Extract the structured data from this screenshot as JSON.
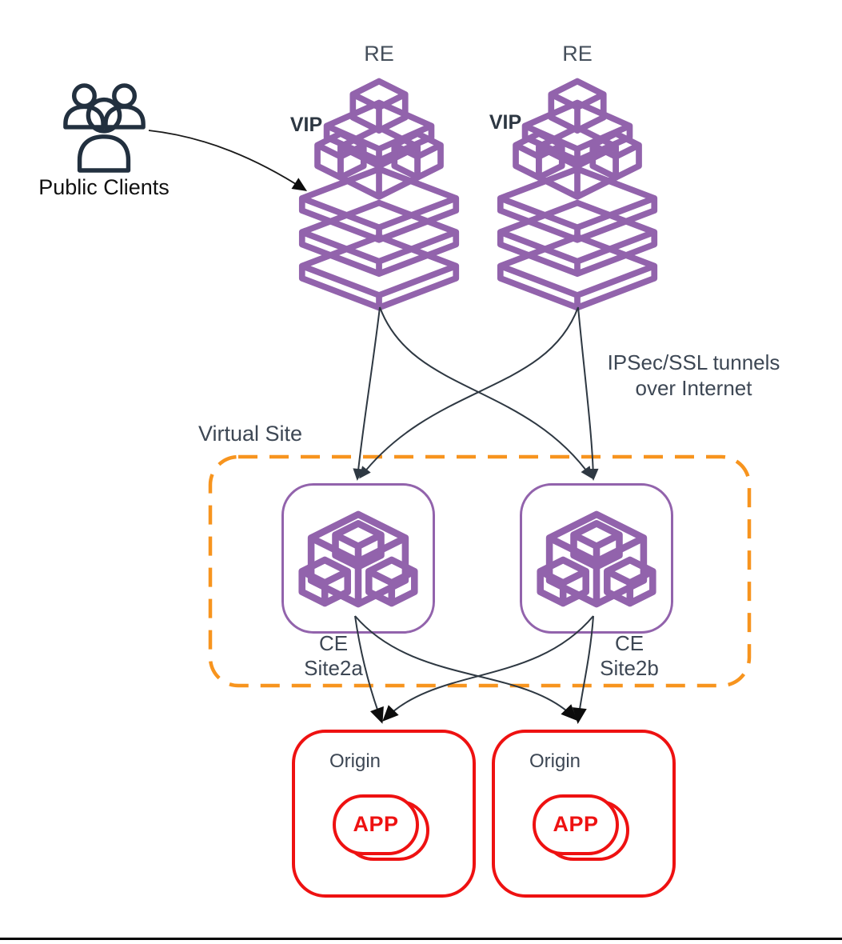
{
  "colors": {
    "node_purple": "#9263AC",
    "virtual_site_orange": "#F7941E",
    "origin_red": "#EE1111",
    "label_slate": "#3D4754",
    "connector_dark": "#2E3842",
    "clients_navy": "#22303F",
    "background": "#FFFFFF"
  },
  "clients": {
    "label": "Public Clients",
    "icon": "people-group-icon"
  },
  "re_nodes": [
    {
      "id": "re-1",
      "label": "RE",
      "vip_label": "VIP",
      "icon": "regional-edge-stack-icon"
    },
    {
      "id": "re-2",
      "label": "RE",
      "vip_label": "VIP",
      "icon": "regional-edge-stack-icon"
    }
  ],
  "tunnel_note": {
    "line1": "IPSec/SSL tunnels",
    "line2": "over Internet"
  },
  "virtual_site": {
    "label": "Virtual Site",
    "ce_nodes": [
      {
        "id": "ce-site2a",
        "label": "CE",
        "site": "Site2a",
        "icon": "customer-edge-cubes-icon"
      },
      {
        "id": "ce-site2b",
        "label": "CE",
        "site": "Site2b",
        "icon": "customer-edge-cubes-icon"
      }
    ]
  },
  "origins": [
    {
      "id": "origin-1",
      "label": "Origin",
      "app_label": "APP"
    },
    {
      "id": "origin-2",
      "label": "Origin",
      "app_label": "APP"
    }
  ],
  "connections": [
    {
      "from": "public-clients",
      "to": "re-1"
    },
    {
      "from": "re-1",
      "to": "ce-site2a"
    },
    {
      "from": "re-1",
      "to": "ce-site2b"
    },
    {
      "from": "re-2",
      "to": "ce-site2a"
    },
    {
      "from": "re-2",
      "to": "ce-site2b"
    },
    {
      "from": "ce-site2a",
      "to": "origin-1"
    },
    {
      "from": "ce-site2a",
      "to": "origin-2"
    },
    {
      "from": "ce-site2b",
      "to": "origin-1"
    },
    {
      "from": "ce-site2b",
      "to": "origin-2"
    }
  ]
}
